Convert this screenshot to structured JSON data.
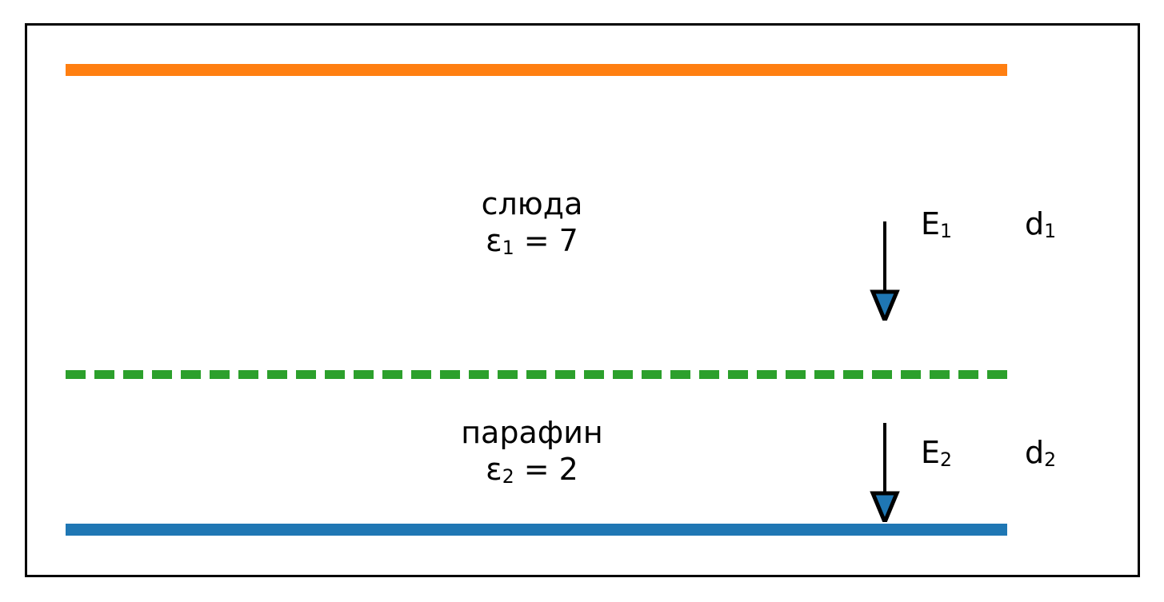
{
  "figure": {
    "description": "Parallel-plate capacitor with two dielectric layers",
    "frame_color": "#000000",
    "background": "#ffffff"
  },
  "plates": {
    "top": {
      "name": "top-plate",
      "color": "#ff7f11"
    },
    "bottom": {
      "name": "bottom-plate",
      "color": "#1f77b4"
    }
  },
  "interface": {
    "name": "dielectric-interface",
    "color": "#2ca02c",
    "style": "dashed"
  },
  "layers": [
    {
      "material": "слюда",
      "permittivity_text": "ε",
      "permittivity_sub": "1",
      "permittivity_eq": " = 7",
      "permittivity_value": 7,
      "field_label": "E",
      "field_sub": "1",
      "thickness_label": "d",
      "thickness_sub": "1"
    },
    {
      "material": "парафин",
      "permittivity_text": "ε",
      "permittivity_sub": "2",
      "permittivity_eq": " = 2",
      "permittivity_value": 2,
      "field_label": "E",
      "field_sub": "2",
      "thickness_label": "d",
      "thickness_sub": "2"
    }
  ],
  "arrows": {
    "name": "field-direction-arrow",
    "direction": "down",
    "shaft_color": "#000000",
    "head_fill": "#1f77b4",
    "head_stroke": "#000000"
  }
}
